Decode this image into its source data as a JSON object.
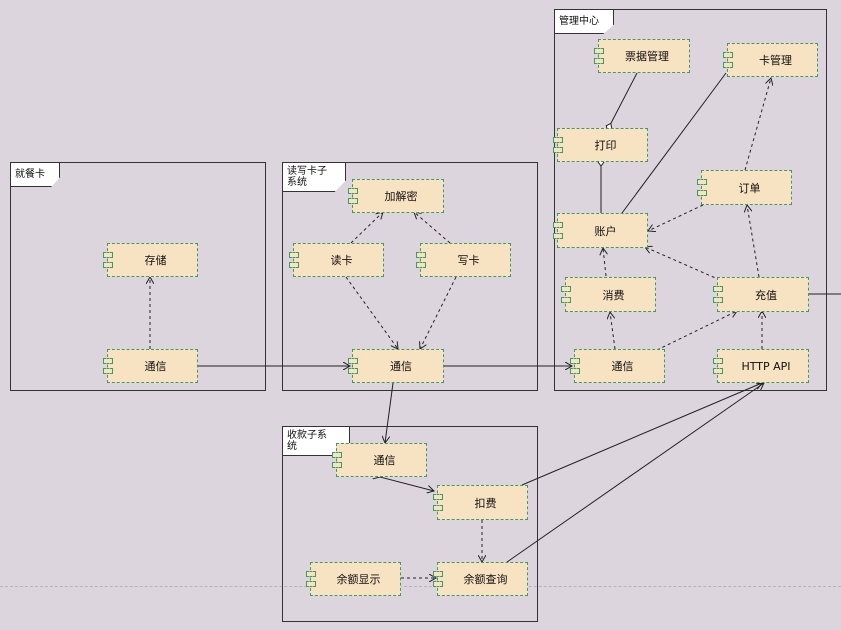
{
  "packages": {
    "card": "就餐卡",
    "rw": "读写卡子系统",
    "mgmt": "管理中心",
    "pay": "收款子系统"
  },
  "components": {
    "card_store": "存储",
    "card_comm": "通信",
    "rw_crypto": "加解密",
    "rw_read": "读卡",
    "rw_write": "写卡",
    "rw_comm": "通信",
    "mg_ticket": "票据管理",
    "mg_cardmgr": "卡管理",
    "mg_print": "打印",
    "mg_order": "订单",
    "mg_account": "账户",
    "mg_consume": "消费",
    "mg_recharge": "充值",
    "mg_comm": "通信",
    "mg_http": "HTTP API",
    "pay_comm": "通信",
    "pay_deduct": "扣费",
    "pay_display": "余额显示",
    "pay_query": "余额查询"
  },
  "colors": {
    "background": "#dcd5de",
    "component_fill": "#f7e2c2",
    "component_border": "#3e9b66",
    "line": "#222222"
  }
}
